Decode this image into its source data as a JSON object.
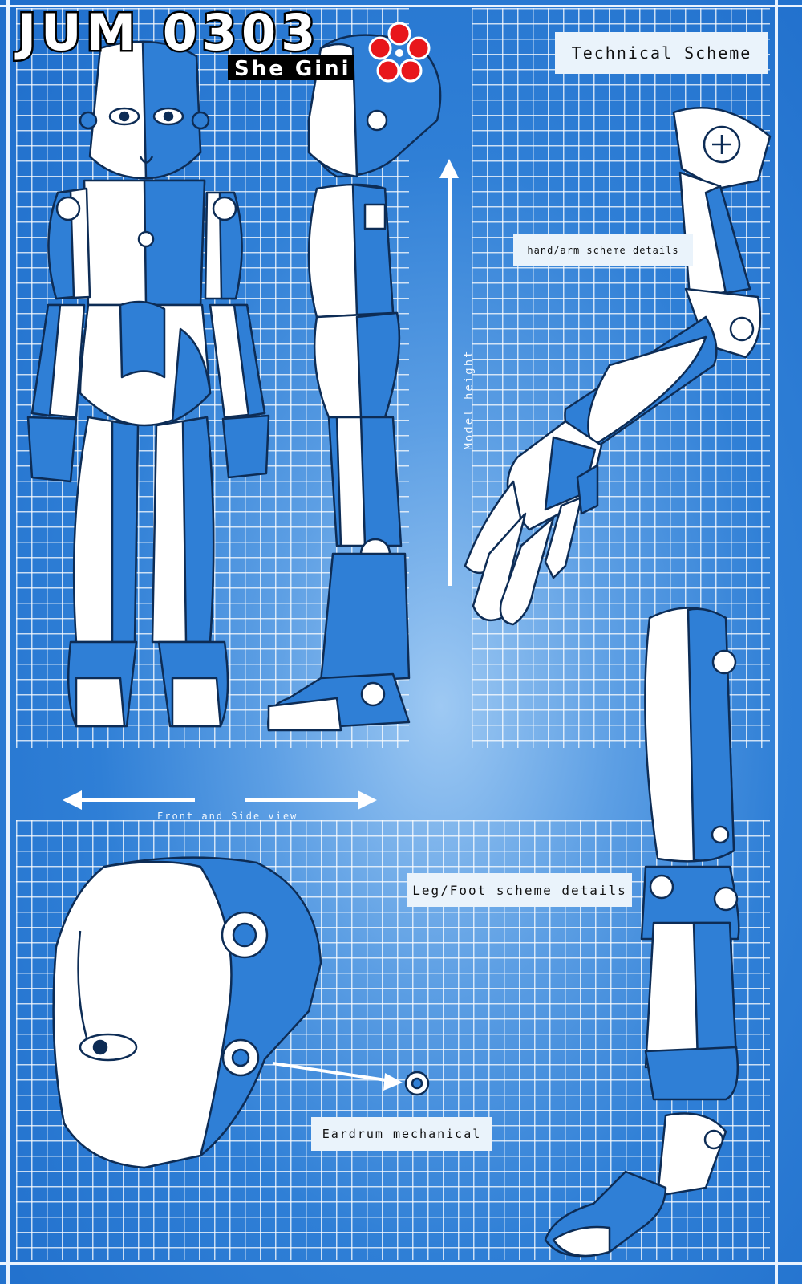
{
  "logo": {
    "text": "JUM 0303",
    "subtitle": "She Gini"
  },
  "labels": {
    "technical_scheme": "Technical Scheme",
    "hand_arm": "hand/arm scheme details",
    "model_height": "Model height",
    "front_side": "Front and Side view",
    "leg_foot": "Leg/Foot scheme details",
    "eardrum": "Eardrum mechanical"
  },
  "colors": {
    "blueprint_blue": "#2f7fd6",
    "grid_line": "#ffffff",
    "label_bg": "#eaf3fb",
    "logo_dots": "#e8161b"
  }
}
